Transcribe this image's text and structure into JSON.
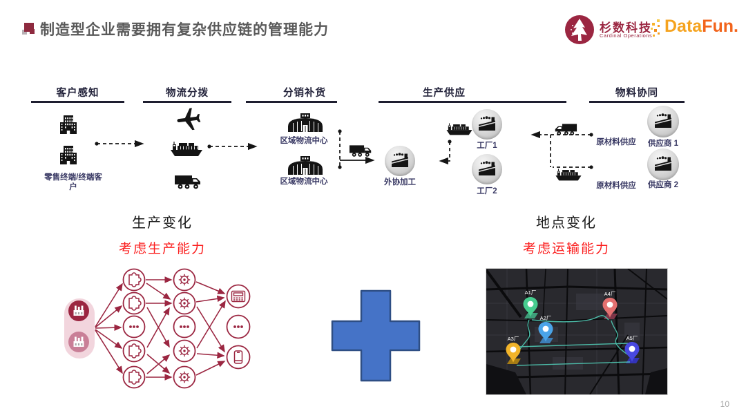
{
  "header": {
    "title": "制造型企业需要拥有复杂供应链的管理能力",
    "cardinal_name": "杉数科技",
    "cardinal_sub": "Cardinal Operations",
    "datafun_part1": "Data",
    "datafun_part2": "Fun."
  },
  "flow": {
    "columns": [
      {
        "label": "客户感知"
      },
      {
        "label": "物流分拨"
      },
      {
        "label": "分销补货"
      },
      {
        "label": "生产供应"
      },
      {
        "label": "物料协同"
      }
    ],
    "labels": {
      "retail": "零售终端/终端客户",
      "rdc1": "区域物流中心",
      "rdc2": "区域物流中心",
      "outsource": "外协加工",
      "factory1": "工厂1",
      "factory2": "工厂2",
      "raw_supply1": "原材料供应",
      "raw_supply2": "原材料供应",
      "supplier1": "供应商 1",
      "supplier2": "供应商 2"
    }
  },
  "middle": {
    "left_title": "生产变化",
    "left_subtitle": "考虑生产能力",
    "right_title": "地点变化",
    "right_subtitle": "考虑运输能力"
  },
  "map": {
    "pins": [
      {
        "label": "A1厂",
        "color": "#47CC8F"
      },
      {
        "label": "A2厂",
        "color": "#4AA4E8"
      },
      {
        "label": "A3厂",
        "color": "#F2B42A"
      },
      {
        "label": "A4厂",
        "color": "#E37070"
      },
      {
        "label": "A5厂",
        "color": "#4848E0"
      }
    ]
  },
  "colors": {
    "accent_red": "#FB1D1D",
    "maroon": "#9B2641",
    "plus_blue": "#4573C7"
  },
  "page_number": "10"
}
